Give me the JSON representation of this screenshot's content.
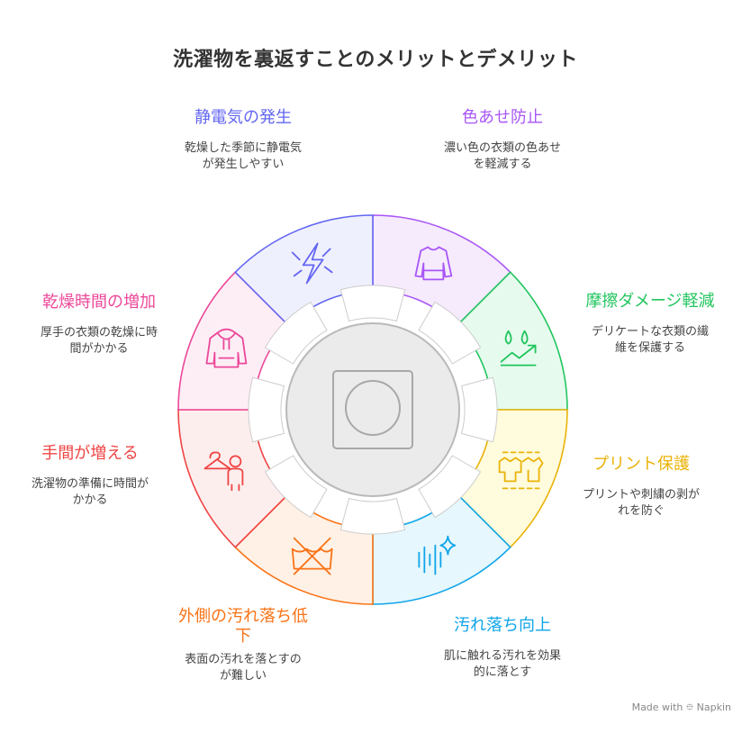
{
  "title": "洗濯物を裏返すことのメリットとデメリット",
  "segments": [
    {
      "id": "dye",
      "title": "色あせ防止",
      "desc_1": "濃い色の衣類の色あせ",
      "desc_2": "を軽減する",
      "color": "#a855f7",
      "fill": "#f6ebfd",
      "icon": "sweater-icon"
    },
    {
      "id": "damage",
      "title": "摩擦ダメージ軽減",
      "desc_1": "デリケートな衣類の繊",
      "desc_2": "維を保護する",
      "color": "#22c55e",
      "fill": "#e6fbee",
      "icon": "droplets-trend-icon"
    },
    {
      "id": "print",
      "title": "プリント保護",
      "desc_1": "プリントや刺繍の剥が",
      "desc_2": "れを防ぐ",
      "color": "#eab308",
      "fill": "#fffbdd",
      "icon": "tshirts-icon"
    },
    {
      "id": "dirt-in",
      "title": "汚れ落ち向上",
      "desc_1": "肌に触れる汚れを効果",
      "desc_2": "的に落とす",
      "color": "#0ea5e9",
      "fill": "#e6f7fd",
      "icon": "sparkle-wave-icon"
    },
    {
      "id": "dirt-out",
      "title": "外側の汚れ落ち低",
      "title_2": "下",
      "desc_1": "表面の汚れを落とすの",
      "desc_2": "が難しい",
      "color": "#f97316",
      "fill": "#fff1e5",
      "icon": "no-wash-icon"
    },
    {
      "id": "time",
      "title": "手間が増える",
      "desc_1": "洗濯物の準備に時間が",
      "desc_2": "かかる",
      "color": "#ef4444",
      "fill": "#fdeeee",
      "icon": "hanger-person-icon"
    },
    {
      "id": "dry",
      "title": "乾燥時間の増加",
      "desc_1": "厚手の衣類の乾燥に時",
      "desc_2": "間がかかる",
      "color": "#ec4899",
      "fill": "#fdeef6",
      "icon": "hoodie-icon"
    },
    {
      "id": "static",
      "title": "静電気の発生",
      "desc_1": "乾燥した季節に静電気",
      "desc_2": "が発生しやすい",
      "color": "#6366f1",
      "fill": "#eff0fd",
      "icon": "static-bolt-icon"
    }
  ],
  "center": {
    "icon": "washer-icon"
  },
  "watermark": "Made with ⯐ Napkin"
}
